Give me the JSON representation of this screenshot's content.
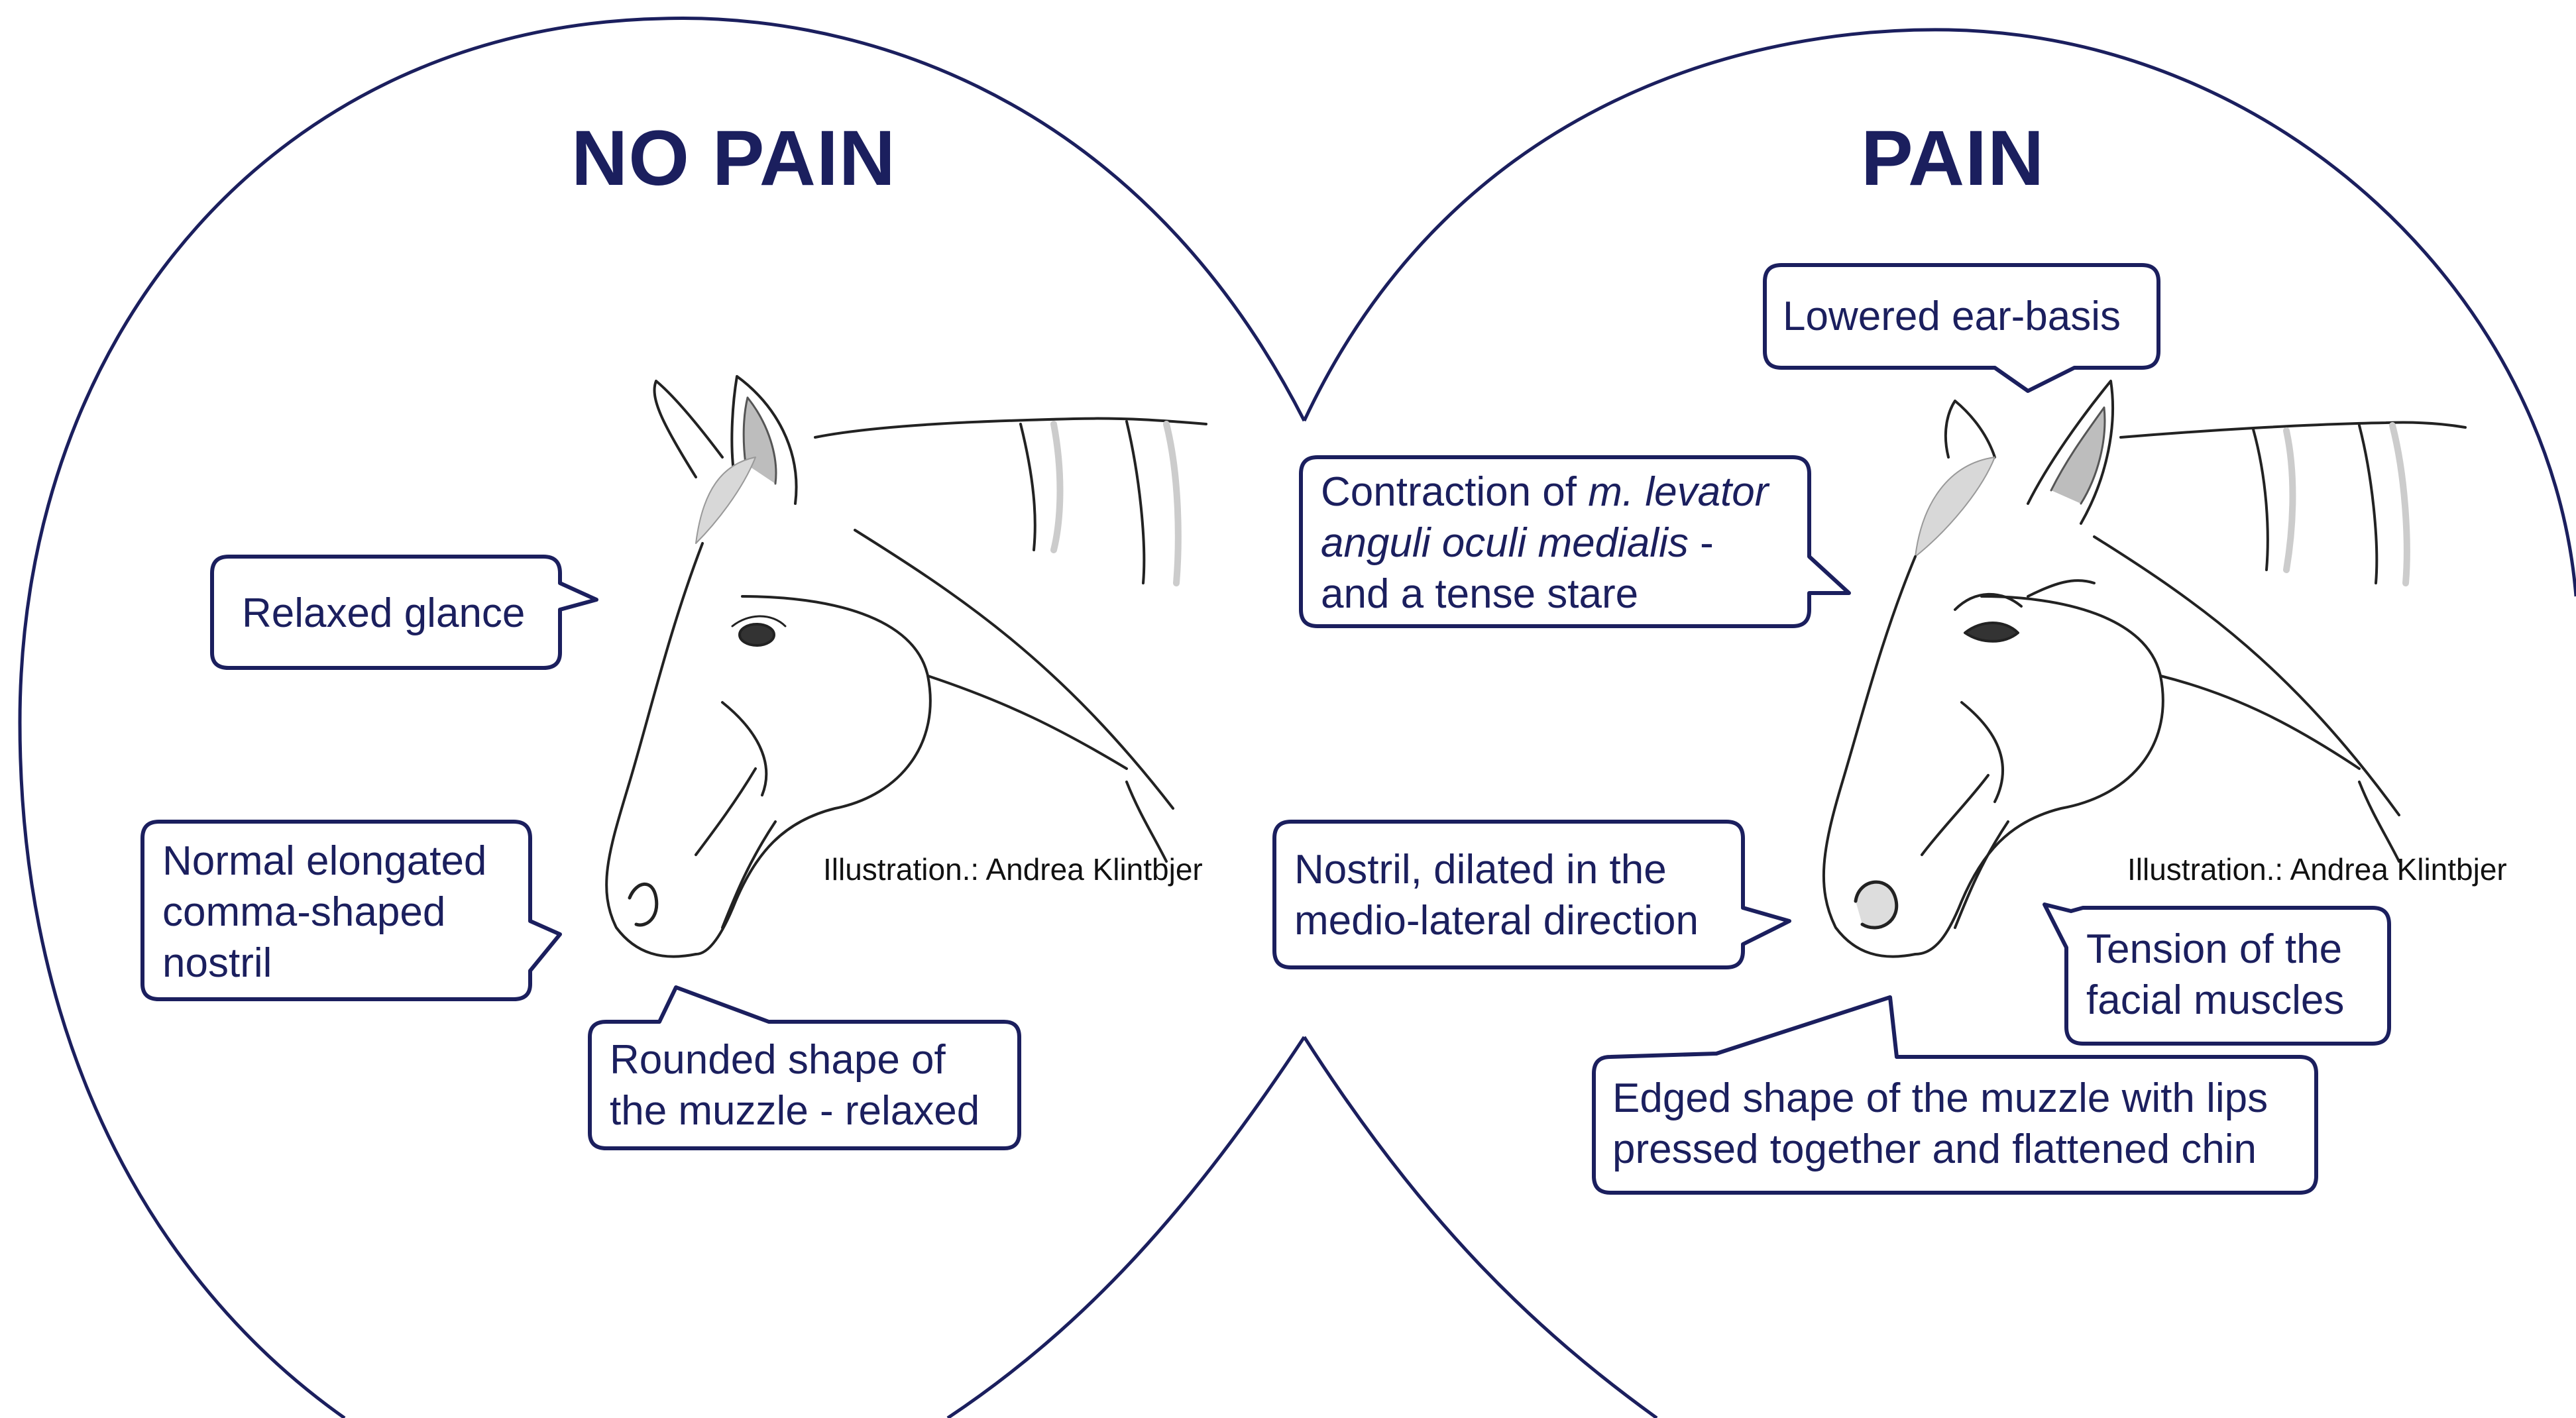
{
  "colors": {
    "heading": "#1b1f5e",
    "bubble_border": "#1b1f5e",
    "bubble_text": "#1b1f5e",
    "circle_outline": "#1b1f5e",
    "ear_inner_shade": "#bdbdbd",
    "line_art": "#222222"
  },
  "no_pain": {
    "title": "NO PAIN",
    "credit": "Illustration.: Andrea Klintbjer",
    "relaxed_glance": "Relaxed glance",
    "nostril_line1": "Normal elongated",
    "nostril_line2": "comma-shaped",
    "nostril_line3": "nostril",
    "muzzle_line1": "Rounded shape of",
    "muzzle_line2": "the muzzle - relaxed"
  },
  "pain": {
    "title": "PAIN",
    "credit": "Illustration.: Andrea Klintbjer",
    "ear_basis": "Lowered ear-basis",
    "levator_prefix": "Contraction of ",
    "levator_italic_1": "m. levator",
    "levator_italic_2": "anguli oculi medialis",
    "levator_suffix": " -",
    "levator_line3": "and a tense stare",
    "nostril_line1": "Nostril, dilated in the",
    "nostril_line2": "medio-lateral direction",
    "tension_line1": "Tension of the",
    "tension_line2": "facial muscles",
    "muzzle_line1": "Edged shape of the muzzle with lips",
    "muzzle_line2": "pressed together and flattened chin"
  }
}
